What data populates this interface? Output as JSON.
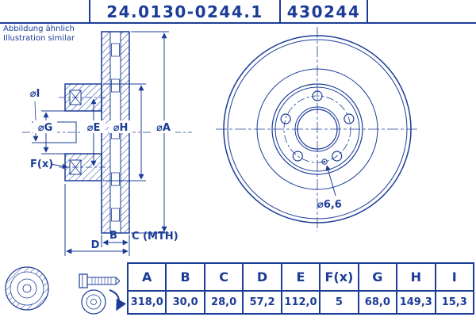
{
  "colors": {
    "accent": "#1b3c97",
    "background": "#ffffff"
  },
  "header": {
    "part_number": "24.0130-0244.1",
    "reference_number": "430244"
  },
  "note": {
    "line1": "Abbildung ähnlich",
    "line2": "Illustration similar"
  },
  "drawing": {
    "labels": {
      "dia_i": "⌀I",
      "dia_g": "⌀G",
      "dia_e": "⌀E",
      "dia_h": "⌀H",
      "dia_a": "⌀A",
      "f": "F(x)",
      "b": "B",
      "c": "C (MTH)",
      "d": "D",
      "hole": "⌀6,6"
    }
  },
  "table": {
    "headers": [
      "A",
      "B",
      "C",
      "D",
      "E",
      "F(x)",
      "G",
      "H",
      "I"
    ],
    "values": [
      "318,0",
      "30,0",
      "28,0",
      "57,2",
      "112,0",
      "5",
      "68,0",
      "149,3",
      "15,3"
    ]
  }
}
